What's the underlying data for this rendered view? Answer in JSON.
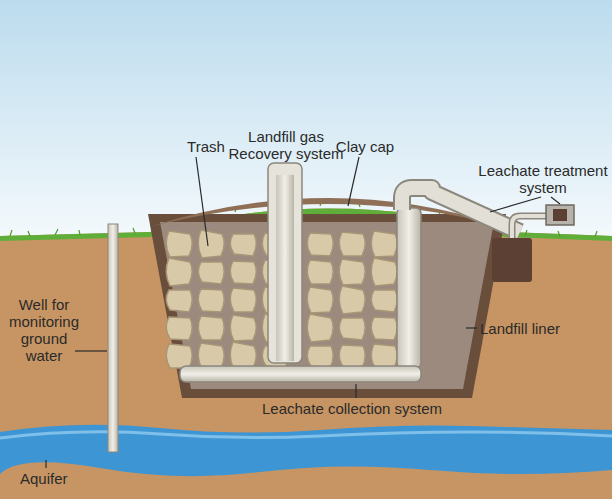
{
  "diagram": {
    "labels": [
      "Landfill gas Recovery system",
      "Trash",
      "Clay cap",
      "Leachate treatment system",
      "Well for monitoring ground water",
      "Landfill liner",
      "Leachate collection system",
      "Aquifer"
    ]
  }
}
